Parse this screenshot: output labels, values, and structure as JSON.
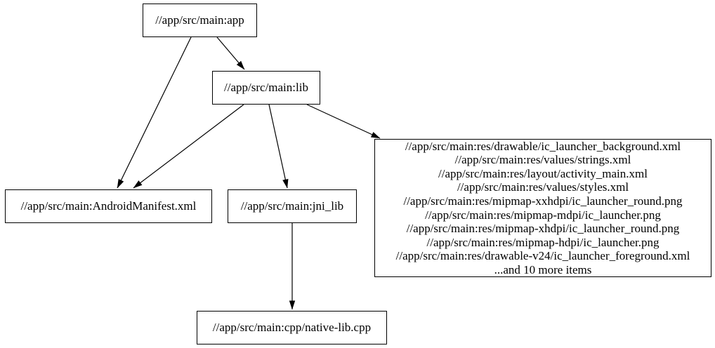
{
  "diagram": {
    "type": "dependency-graph",
    "background_color": "#ffffff",
    "node_border_color": "#000000",
    "node_fill_color": "#ffffff",
    "edge_color": "#000000",
    "nodes": {
      "app": {
        "label": "//app/src/main:app"
      },
      "lib": {
        "label": "//app/src/main:lib"
      },
      "manifest": {
        "label": "//app/src/main:AndroidManifest.xml"
      },
      "jni_lib": {
        "label": "//app/src/main:jni_lib"
      },
      "native_lib": {
        "label": "//app/src/main:cpp/native-lib.cpp"
      },
      "res_files": {
        "lines": [
          "//app/src/main:res/drawable/ic_launcher_background.xml",
          "//app/src/main:res/values/strings.xml",
          "//app/src/main:res/layout/activity_main.xml",
          "//app/src/main:res/values/styles.xml",
          "//app/src/main:res/mipmap-xxhdpi/ic_launcher_round.png",
          "//app/src/main:res/mipmap-mdpi/ic_launcher.png",
          "//app/src/main:res/mipmap-xhdpi/ic_launcher_round.png",
          "//app/src/main:res/mipmap-hdpi/ic_launcher.png",
          "//app/src/main:res/drawable-v24/ic_launcher_foreground.xml",
          "...and 10 more items"
        ]
      }
    },
    "edges": [
      {
        "from": "app",
        "to": "manifest"
      },
      {
        "from": "app",
        "to": "lib"
      },
      {
        "from": "lib",
        "to": "manifest"
      },
      {
        "from": "lib",
        "to": "jni_lib"
      },
      {
        "from": "lib",
        "to": "res_files"
      },
      {
        "from": "jni_lib",
        "to": "native_lib"
      }
    ]
  }
}
